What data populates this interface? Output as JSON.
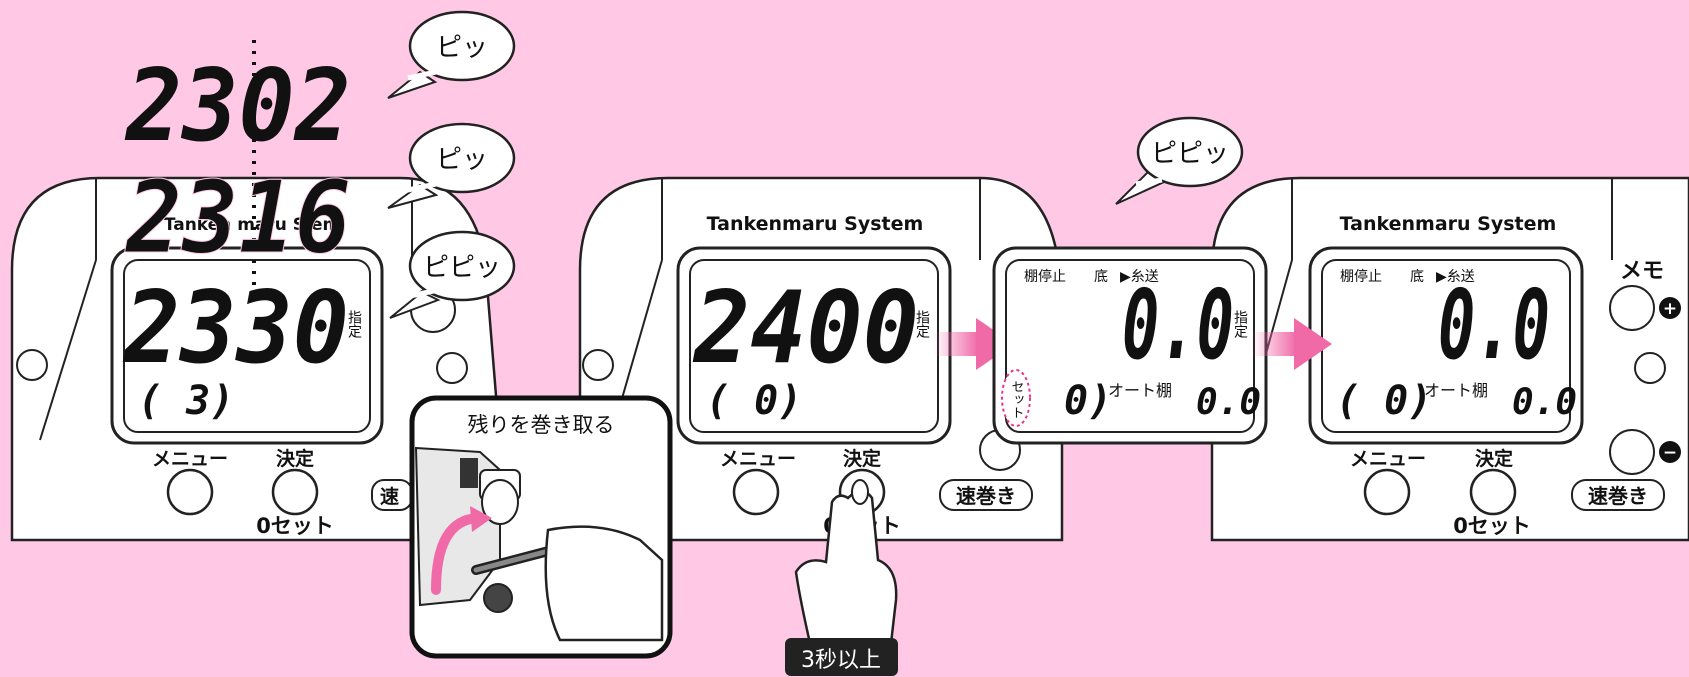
{
  "brand": "Tankenmaru System",
  "brand_left_partial": "Tanken maru S  em",
  "beep_short": "ピッ",
  "beep_double": "ピピッ",
  "labels": {
    "shitei": "指定",
    "menu": "メニュー",
    "kettei": "決定",
    "zero_set": "0セット",
    "haya_maki": "速巻き",
    "haya_partial": "速",
    "memo": "メモ",
    "plus": "+",
    "minus": "−",
    "tana_teishi": "棚停止",
    "soko": "底",
    "itookuri": "▶糸送",
    "auto_tana": "オート棚",
    "set_blink": "セット",
    "nokori": "残りを巻き取る",
    "three_sec": "3秒以上"
  },
  "panel1": {
    "count_1": "2302",
    "count_2": "2316",
    "count_3": "2330",
    "sub": "( 3)"
  },
  "panel2": {
    "main": "2400",
    "sub": "( 0)"
  },
  "panel3": {
    "main": "0.0",
    "sub": "0)",
    "small": "0.0"
  },
  "panel4": {
    "main": "0.0",
    "sub": "( 0)",
    "small": "0.0"
  },
  "colors": {
    "background": "#ffc9e6",
    "arrow_pink": "#f06aa8",
    "blink_pink": "#e8358a",
    "badge": "#222222"
  }
}
